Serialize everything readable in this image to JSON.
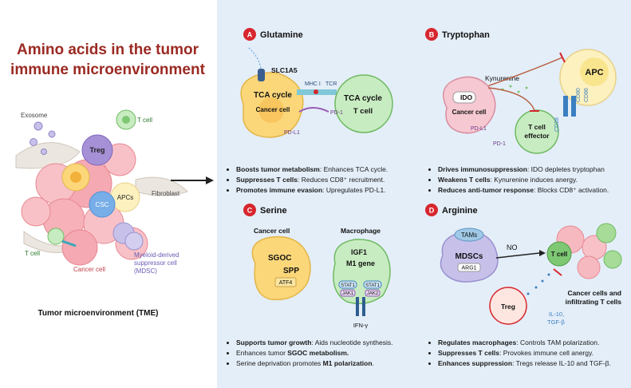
{
  "title_line1": "Amino acids in the tumor",
  "title_line2": "immune microenvironment",
  "tme": {
    "caption": "Tumor microenvironment (TME)",
    "exosome": "Exosome",
    "t_cell_top": "T cell",
    "treg": "Treg",
    "apcs": "APCs",
    "fibroblast": "Fibroblast",
    "csc": "CSC",
    "t_cell_bottom": "T cell",
    "cancer_cell": "Cancer cell",
    "mdsc_line1": "Myeloid-derived",
    "mdsc_line2": "suppressor cell",
    "mdsc_line3": "(MDSC)"
  },
  "panel_a": {
    "letter": "A",
    "title": "Glutamine",
    "slc1a5": "SLC1A5",
    "mhc": "MHC I",
    "tcr": "TCR",
    "tca_left": "TCA cycle",
    "cancer_cell": "Cancer cell",
    "tca_right": "TCA cycle",
    "t_cell": "T cell",
    "pd1": "PD-1",
    "pdl1": "PD-L1",
    "b1_bold": "Boosts tumor metabolism",
    "b1_rest": ": Enhances TCA cycle.",
    "b2_bold": "Suppresses T cells",
    "b2_rest": ": Reduces CD8⁺ recruitment.",
    "b3_bold": "Promotes immune evasion",
    "b3_rest": ": Upregulates PD-L1."
  },
  "panel_b": {
    "letter": "B",
    "title": "Tryptophan",
    "kynurenine": "Kynurenine",
    "apc": "APC",
    "ido": "IDO",
    "cancer_cell": "Cancer cell",
    "cd80": "CD80",
    "cd86": "CD86",
    "cd28": "CD28",
    "t_cell_effector_1": "T cell",
    "t_cell_effector_2": "effector",
    "pdl1": "PD-L1",
    "pd1": "PD-1",
    "b1_bold": "Drives immunosuppression",
    "b1_rest": ": IDO depletes tryptophan",
    "b2_bold": "Weakens T cells",
    "b2_rest": ": Kynurenine induces anergy.",
    "b3_bold": "Reduces anti-tumor response",
    "b3_rest": ": Blocks CD8⁺ activation."
  },
  "panel_c": {
    "letter": "C",
    "title": "Serine",
    "cancer_cell": "Cancer cell",
    "macrophage": "Macrophage",
    "sgoc": "SGOC",
    "spp": "SPP",
    "atf4": "ATF4",
    "igf1": "IGF1",
    "m1_gene": "M1 gene",
    "stat1": "STAT1",
    "jak1": "JAK1",
    "jak2": "JAK2",
    "ifn": "IFN-γ",
    "b1_bold": "Supports tumor growth",
    "b1_rest": ": Aids nucleotide synthesis.",
    "b2_pre": "Enhances tumor ",
    "b2_bold": "SGOC metabolism.",
    "b3_pre": "Serine deprivation promotes ",
    "b3_bold": "M1 polarization",
    "b3_post": "."
  },
  "panel_d": {
    "letter": "D",
    "title": "Arginine",
    "tams": "TAMs",
    "mdscs": "MDSCs",
    "arg1": "ARG1",
    "no": "NO",
    "t_cell": "T cell",
    "infiltrating_1": "Cancer cells and",
    "infiltrating_2": "infiltrating T cells",
    "treg": "Treg",
    "il10": "IL-10,",
    "tgfb": "TGF-β",
    "b1_bold": "Regulates macrophages",
    "b1_rest": ": Controls TAM polarization.",
    "b2_bold": "Suppresses T cells",
    "b2_rest": ": Provokes immune cell anergy.",
    "b3_bold": "Enhances suppression",
    "b3_rest": ": Tregs release IL-10 and TGF-β."
  },
  "colors": {
    "title": "#9b2a23",
    "panel_bg": "#e4eef8",
    "badge": "#d7262e",
    "cancer_yellow": "#fbd77a",
    "cancer_pink": "#f6b9c0",
    "t_cell_green": "#c8ecc1",
    "apc_yellow": "#fdf1bf",
    "mdsc_purple": "#c7c1ea"
  }
}
